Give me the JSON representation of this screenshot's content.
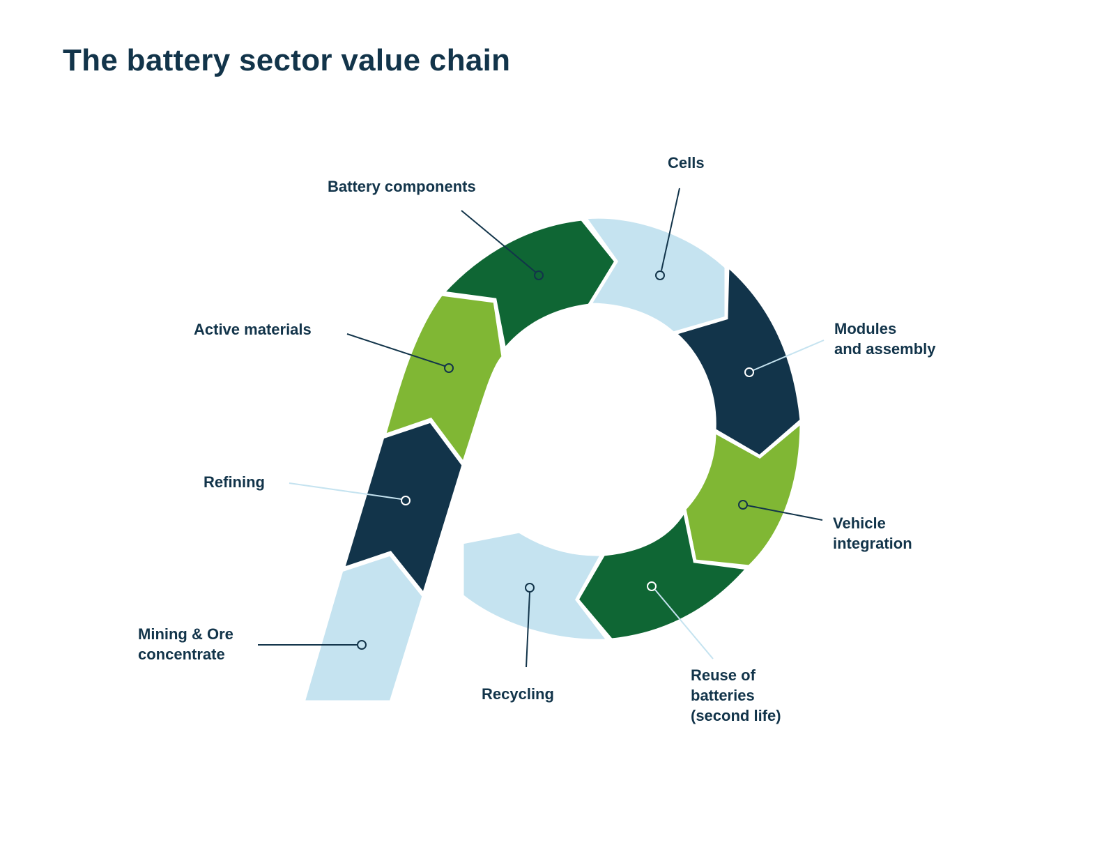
{
  "title": "The battery sector value chain",
  "colors": {
    "light_blue": "#c5e3f0",
    "navy": "#12344a",
    "lime": "#80b734",
    "dark_green": "#0f6634",
    "text": "#12344a"
  },
  "stages": [
    {
      "id": "mining",
      "label": [
        "Mining & Ore",
        "concentrate"
      ],
      "color": "light_blue"
    },
    {
      "id": "refining",
      "label": [
        "Refining"
      ],
      "color": "navy"
    },
    {
      "id": "active-materials",
      "label": [
        "Active materials"
      ],
      "color": "lime"
    },
    {
      "id": "battery-components",
      "label": [
        "Battery components"
      ],
      "color": "dark_green"
    },
    {
      "id": "cells",
      "label": [
        "Cells"
      ],
      "color": "light_blue"
    },
    {
      "id": "modules",
      "label": [
        "Modules",
        "and assembly"
      ],
      "color": "navy"
    },
    {
      "id": "vehicle-integration",
      "label": [
        "Vehicle",
        "integration"
      ],
      "color": "lime"
    },
    {
      "id": "reuse",
      "label": [
        "Reuse of",
        "batteries",
        "(second life)"
      ],
      "color": "dark_green"
    },
    {
      "id": "recycling",
      "label": [
        "Recycling"
      ],
      "color": "light_blue"
    }
  ]
}
